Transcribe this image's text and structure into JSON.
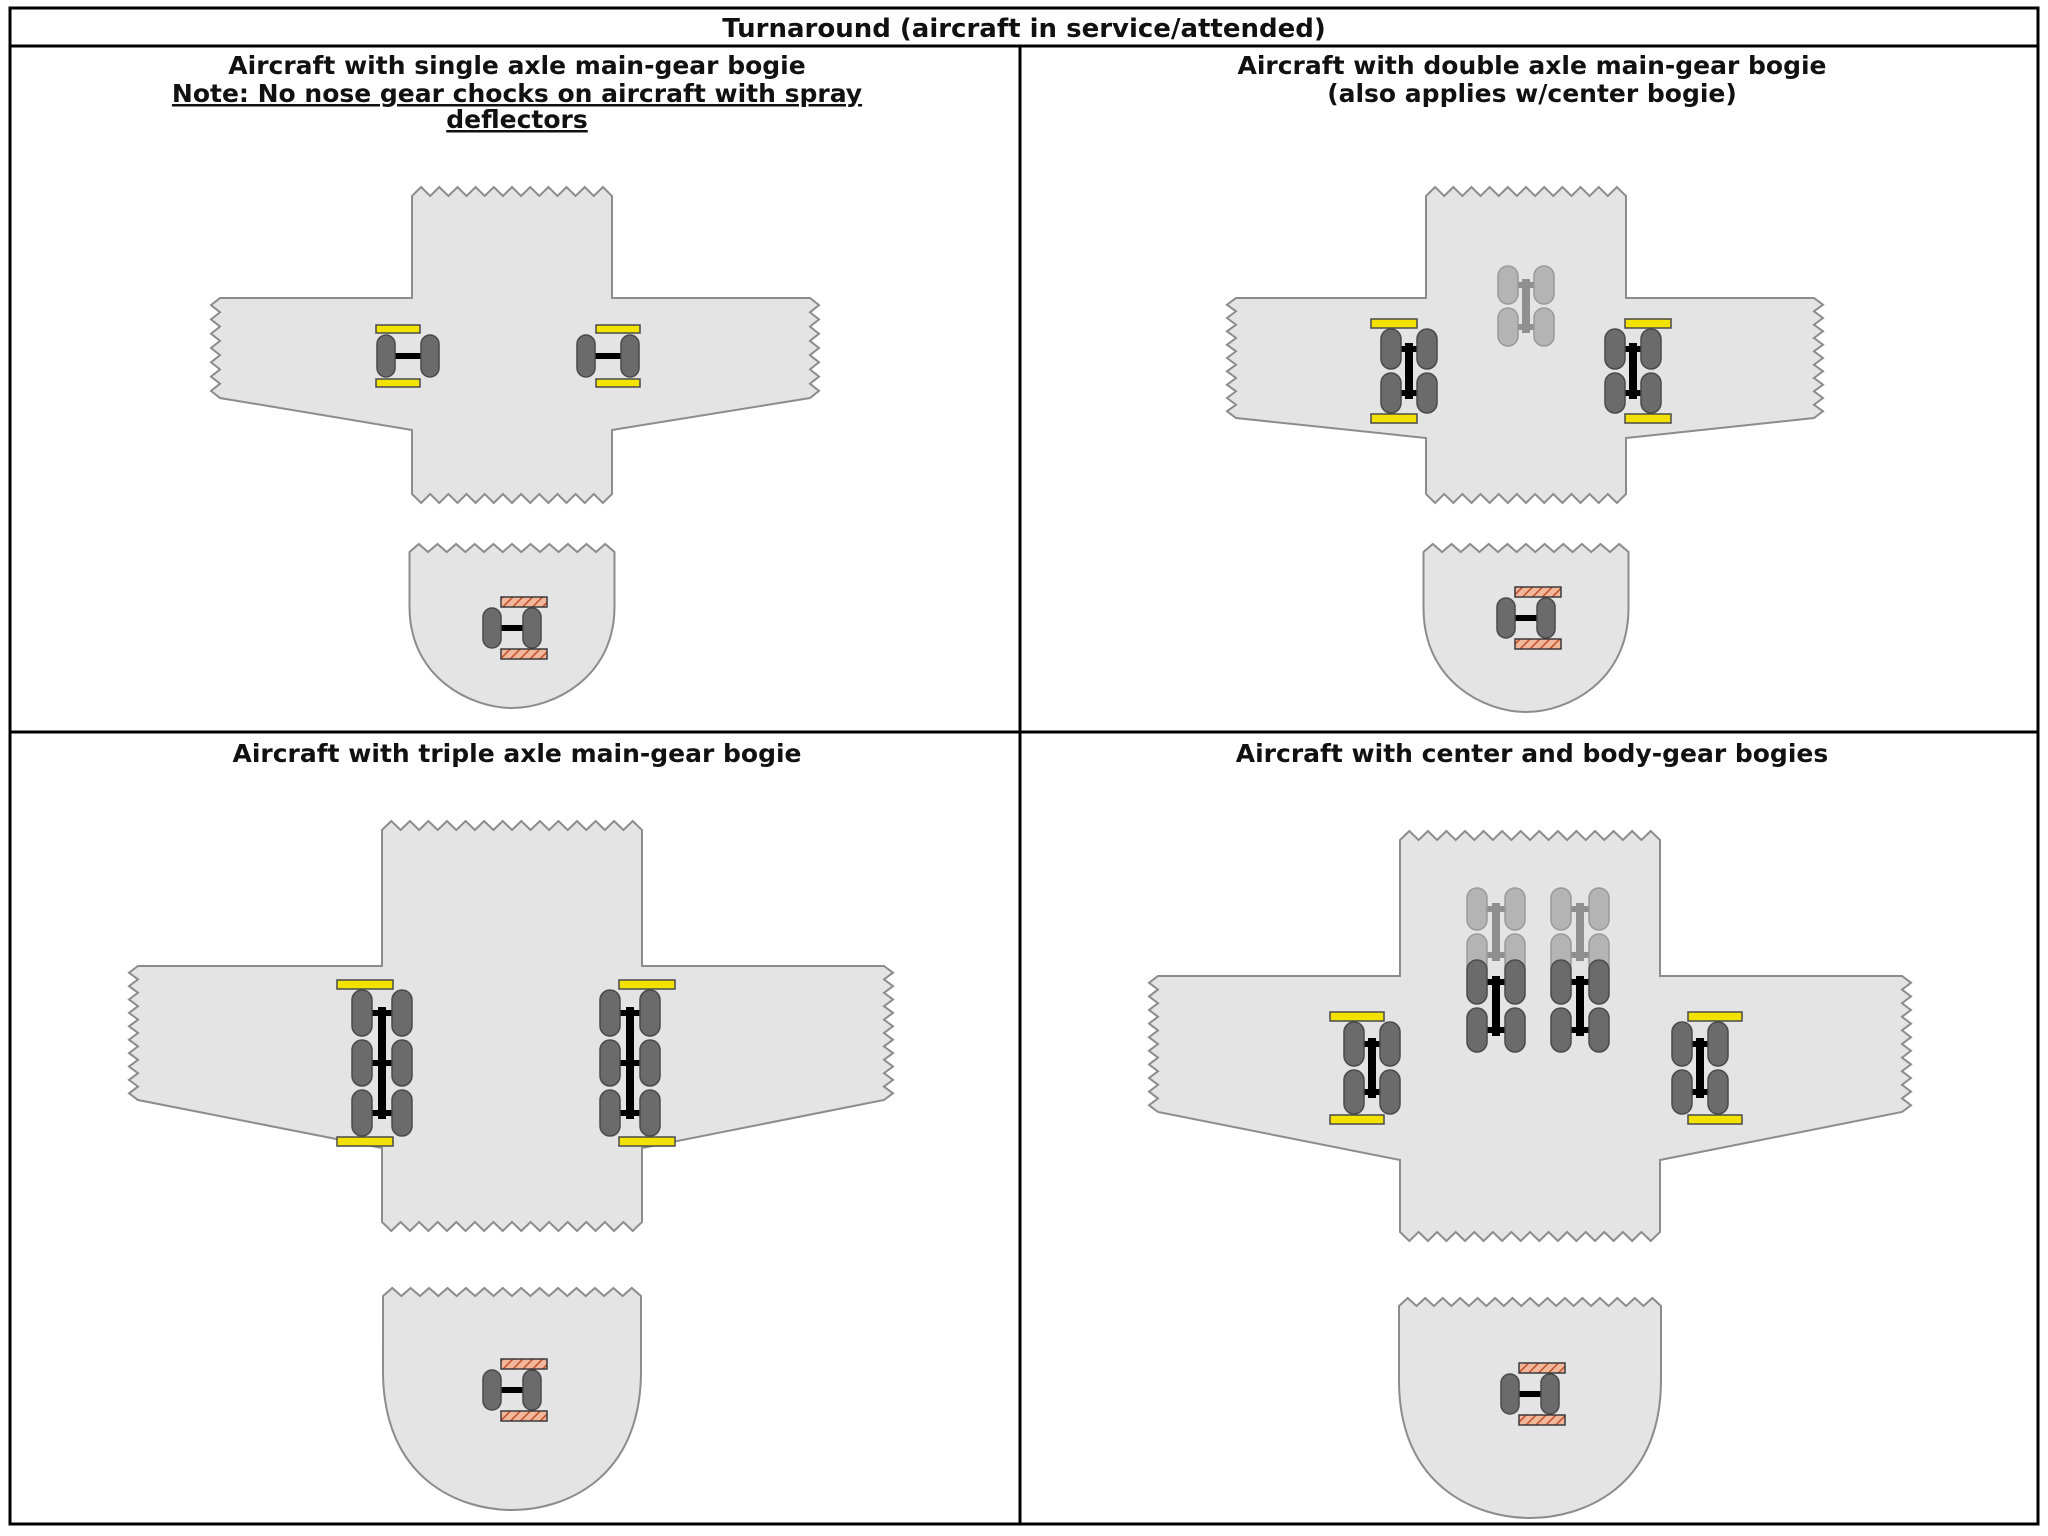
{
  "title": "Turnaround (aircraft in service/attended)",
  "panels": [
    {
      "id": "single-axle",
      "heading_lines": [
        "Aircraft with single axle main-gear bogie"
      ],
      "note_lines": [
        "Note: No nose gear chocks on aircraft with spray",
        "deflectors"
      ]
    },
    {
      "id": "double-axle",
      "heading_lines": [
        "Aircraft with double axle main-gear bogie",
        "(also applies w/center bogie)"
      ],
      "note_lines": []
    },
    {
      "id": "triple-axle",
      "heading_lines": [
        "Aircraft with triple axle main-gear bogie"
      ],
      "note_lines": []
    },
    {
      "id": "center-body",
      "heading_lines": [
        "Aircraft with center and body-gear bogies"
      ],
      "note_lines": []
    }
  ],
  "colors": {
    "aircraft_fill": "#e4e4e4",
    "aircraft_outline": "#8c8c8c",
    "wheel": "#6b6b6b",
    "wheel_ghost": "#b4b4b4",
    "axle": "#000000",
    "main_chock": "#f2e200",
    "nose_chock": "#f2b79a",
    "nose_chock_hatch": "#c0502a",
    "grid_line": "#000000"
  },
  "icons": {
    "main_chock": "yellow-chock-icon",
    "nose_chock": "hatched-orange-chock-icon",
    "gear": "landing-gear-bogie-icon"
  }
}
